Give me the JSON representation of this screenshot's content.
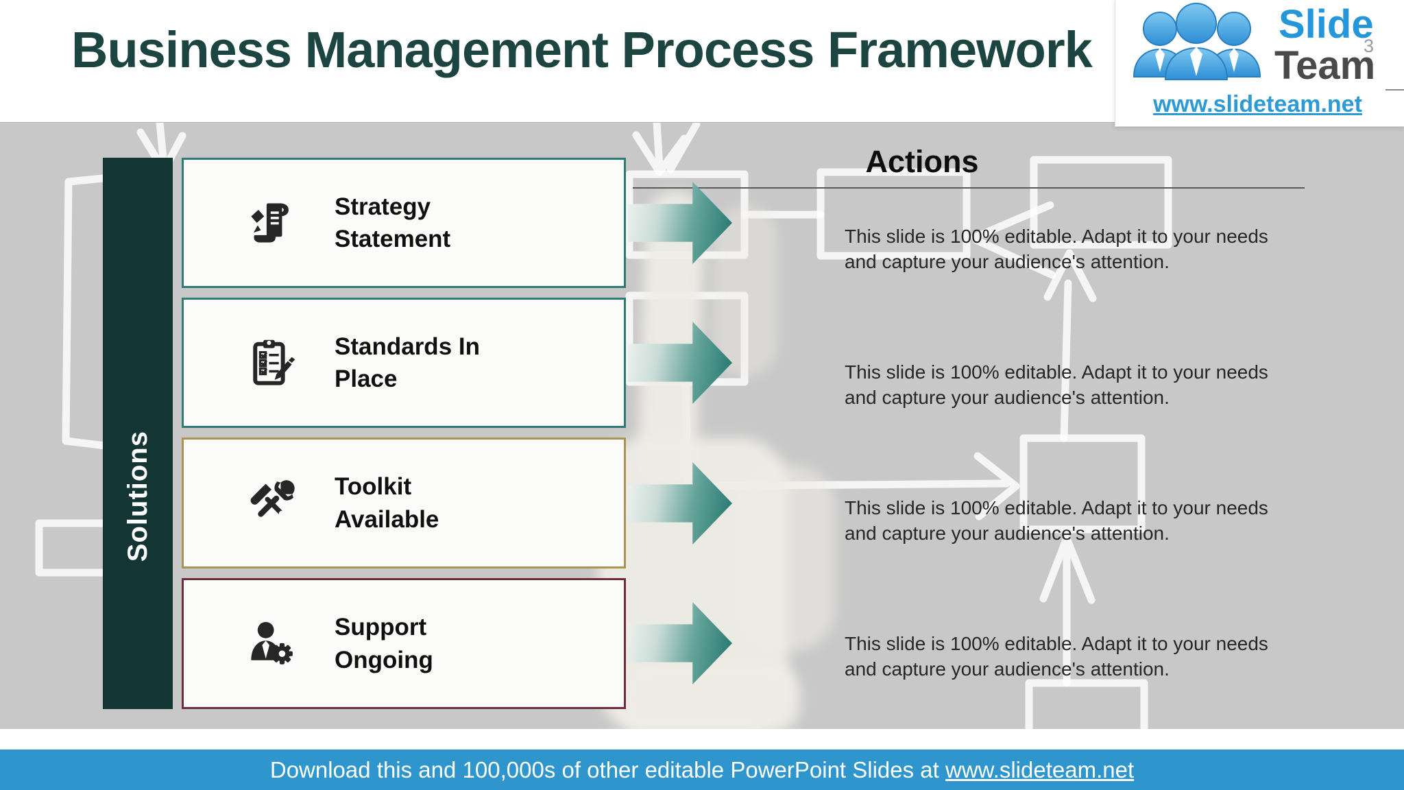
{
  "title": "Business Management Process Framework",
  "page_number": "3",
  "logo": {
    "brand_line1": "Slide",
    "brand_line2": "Team",
    "url": "www.slideteam.net"
  },
  "sidebar": {
    "label": "Solutions"
  },
  "solutions": [
    {
      "label": "Strategy Statement",
      "icon": "scroll-pen-icon"
    },
    {
      "label": "Standards In Place",
      "icon": "clipboard-checklist-icon"
    },
    {
      "label": "Toolkit Available",
      "icon": "hammer-wrench-icon"
    },
    {
      "label": "Support Ongoing",
      "icon": "person-gear-icon"
    }
  ],
  "actions": {
    "heading": "Actions",
    "items": [
      "This slide is 100% editable. Adapt it to your needs and capture your audience's attention.",
      "This slide is 100% editable. Adapt it to your needs and capture your audience's attention.",
      "This slide is 100% editable. Adapt it to your needs and capture your audience's attention.",
      "This slide is 100% editable. Adapt it to your needs and capture your audience's attention."
    ]
  },
  "footer": {
    "prefix": "Download this and 100,000s of other editable PowerPoint Slides at ",
    "link": "www.slideteam.net"
  },
  "colors": {
    "title_teal": "#1c4541",
    "sidebar_teal": "#133635",
    "box_border_teal": "#2e7b76",
    "box_border_gold": "#ab9352",
    "box_border_maroon": "#702c3a",
    "arrow_teal": "#1f746c",
    "footer_blue": "#2e96cc",
    "logo_blue": "#2496dc",
    "background_gray": "#c8c8c8"
  }
}
